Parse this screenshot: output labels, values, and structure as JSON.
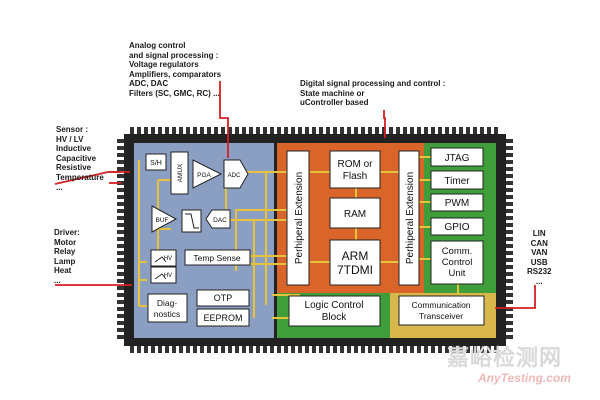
{
  "annotations": {
    "analog": "Analog control\nand signal processing :\nVoltage regulators\nAmplifiers, comparators\nADC, DAC\nFilters (SC, GMC, RC) ...",
    "digital": "Digital signal processing and control :\nState machine or\nuController based",
    "sensor": "Sensor :\nHV / LV\nInductive\nCapacitive\nResistive\nTemperature\n...",
    "driver": "Driver:\nMotor\nRelay\nLamp\nHeat\n...",
    "bus": "LIN\nCAN\nVAN\nUSB\nRS232\n..."
  },
  "blocks": {
    "sh": "S/H",
    "amux": "AMUX",
    "pga": "PGA",
    "adc": "ADC",
    "buf": "BUF",
    "dac": "DAC",
    "hv1": "HV",
    "hv2": "HV",
    "temp_sense": "Temp Sense",
    "diagnostics": [
      "Diag-",
      "nostics"
    ],
    "otp": "OTP",
    "eeprom": "EEPROM",
    "periph_left": "Perhiperal Extension",
    "rom": [
      "ROM or",
      "Flash"
    ],
    "ram": "RAM",
    "arm": [
      "ARM",
      "7TDMI"
    ],
    "periph_right": "Perhiperal Extension",
    "jtag": "JTAG",
    "timer": "Timer",
    "pwm": "PWM",
    "gpio": "GPIO",
    "comm_control": [
      "Comm.",
      "Control",
      "Unit"
    ],
    "logic_control": [
      "Logic Control",
      "Block"
    ],
    "comm_transceiver": [
      "Communication",
      "Transceiver"
    ]
  },
  "watermark": {
    "cn": "嘉峪检测网",
    "en": "AnyTesting.com"
  },
  "colors": {
    "chip_body": "#222222",
    "analog_region": "#8a9fc2",
    "digital_region": "#d9652b",
    "io_region": "#3f9d3a",
    "comm_region": "#d8b84a",
    "block_fill": "#ffffff",
    "bus_line": "#e6c33a",
    "signal_line": "#d42020",
    "watermark_cn": "#d9d9d9",
    "watermark_en": "#f0b8b8"
  }
}
